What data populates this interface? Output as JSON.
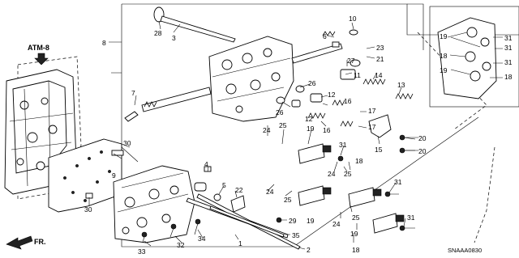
{
  "section_ref": "ATM-8",
  "diagram_code": "SNAAA0830",
  "front_label": "FR.",
  "callouts": [
    "28",
    "3",
    "10",
    "6",
    "23",
    "21",
    "27",
    "11",
    "14",
    "13",
    "26",
    "12",
    "16",
    "17",
    "15",
    "8",
    "7",
    "24",
    "25",
    "19",
    "18",
    "20",
    "31",
    "30",
    "9",
    "4",
    "5",
    "22",
    "29",
    "35",
    "33",
    "32",
    "34",
    "1",
    "2"
  ]
}
